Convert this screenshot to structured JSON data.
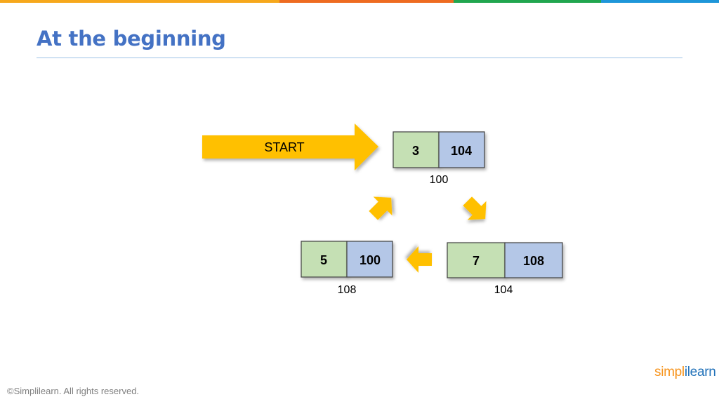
{
  "topbar_colors": [
    "#f6a81c",
    "#ee6b21",
    "#21a64f",
    "#1e96d9"
  ],
  "title": "At the beginning",
  "start_label": "START",
  "nodes": [
    {
      "data": "3",
      "next": "104",
      "address": "100"
    },
    {
      "data": "7",
      "next": "108",
      "address": "104"
    },
    {
      "data": "5",
      "next": "100",
      "address": "108"
    }
  ],
  "colors": {
    "title": "#4472c4",
    "data_cell": "#c5e0b4",
    "pointer_cell": "#b4c7e7",
    "arrow": "#ffc000"
  },
  "footer": {
    "copyright": "©Simplilearn. All rights reserved.",
    "logo_part1": "simpl",
    "logo_part2": "ilearn"
  }
}
